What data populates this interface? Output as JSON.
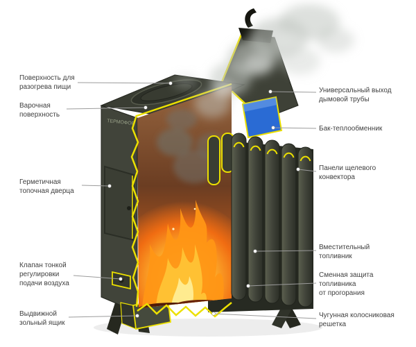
{
  "diagram": {
    "brand": "ТЕРМОФОР",
    "callouts_left": [
      {
        "label": "Поверхность для\nразогрева пищи"
      },
      {
        "label": "Варочная\nповерхность"
      },
      {
        "label": "Герметичная\nтопочная дверца"
      },
      {
        "label": "Клапан тонкой\nрегулировки\nподачи воздуха"
      },
      {
        "label": "Выдвижной\nзольный ящик"
      }
    ],
    "callouts_right": [
      {
        "label": "Универсальный выход\nдымовой трубы"
      },
      {
        "label": "Бак-теплообменник"
      },
      {
        "label": "Панели щелевого\nконвектора"
      },
      {
        "label": "Вместительный\nтопливник"
      },
      {
        "label": "Сменная защита\nтопливника\nот прогорания"
      },
      {
        "label": "Чугунная колосниковая\nрешетка"
      }
    ],
    "colors": {
      "background": "#ffffff",
      "body_dark": "#3e4137",
      "cut_edge_yellow": "#ece000",
      "flame_orange": "#ff9615",
      "interior_brown": "#7a4a28",
      "tank_blue": "#2a6bd4",
      "smoke_gray": "#c1c6c1",
      "label_text": "#3f3f3f",
      "leader_line": "#9b9b9b"
    }
  }
}
